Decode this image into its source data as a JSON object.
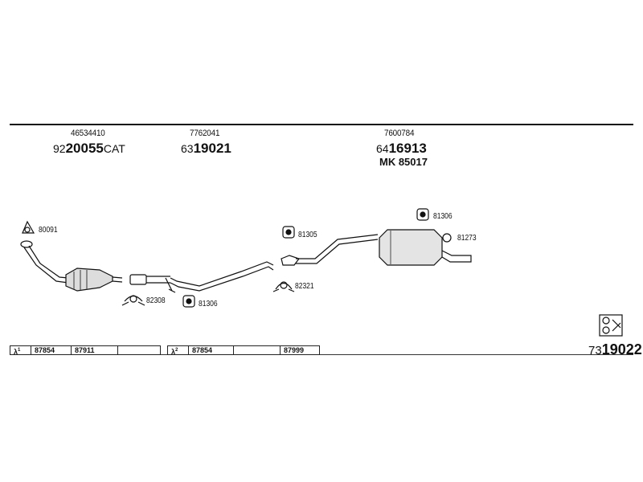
{
  "header": {
    "left": {
      "small": "46534410",
      "prefix": "92",
      "code": "20055",
      "suffix": "CAT"
    },
    "mid": {
      "small": "7762041",
      "prefix": "63",
      "code": "19021"
    },
    "right": {
      "small": "7600784",
      "prefix": "64",
      "code": "16913",
      "mk": "MK 85017"
    }
  },
  "parts": [
    {
      "id": "p1",
      "number": "80091"
    },
    {
      "id": "p2",
      "number": "82308"
    },
    {
      "id": "p3",
      "number": "81306"
    },
    {
      "id": "p4",
      "number": "81305"
    },
    {
      "id": "p5",
      "number": "82321"
    },
    {
      "id": "p6",
      "number": "81306"
    },
    {
      "id": "p7",
      "number": "81273"
    }
  ],
  "table1": {
    "lambda": "λ",
    "sup": "1",
    "cells": [
      "87854",
      "87911",
      ""
    ]
  },
  "table2": {
    "lambda": "λ",
    "sup": "2",
    "cells": [
      "87854",
      "",
      "87999"
    ]
  },
  "footer": {
    "prefix": "73",
    "code": "19022"
  }
}
